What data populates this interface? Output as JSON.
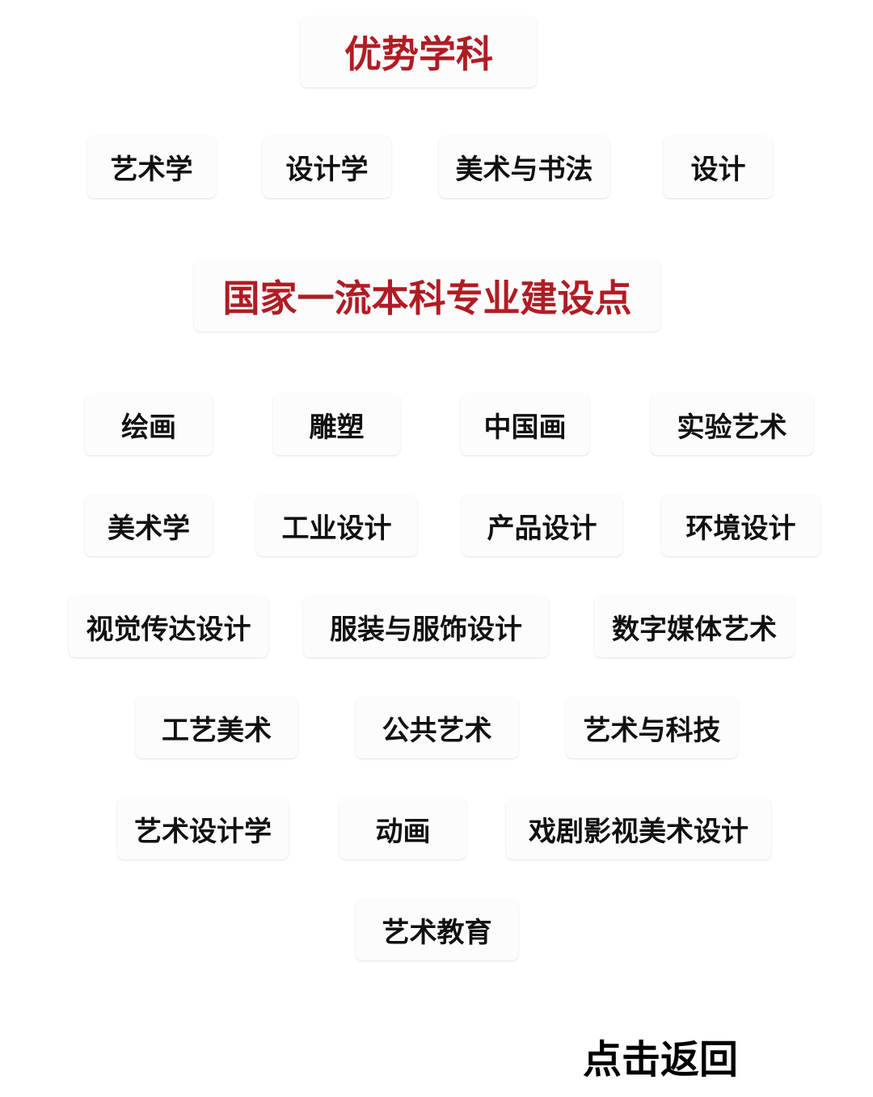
{
  "section1": {
    "title": "优势学科",
    "items": [
      "艺术学",
      "设计学",
      "美术与书法",
      "设计"
    ]
  },
  "section2": {
    "title": "国家一流本科专业建设点",
    "items": [
      "绘画",
      "雕塑",
      "中国画",
      "实验艺术",
      "美术学",
      "工业设计",
      "产品设计",
      "环境设计",
      "视觉传达设计",
      "服装与服饰设计",
      "数字媒体艺术",
      "工艺美术",
      "公共艺术",
      "艺术与科技",
      "艺术设计学",
      "动画",
      "戏剧影视美术设计",
      "艺术教育"
    ]
  },
  "return_label": "点击返回",
  "colors": {
    "title": "#b01c24",
    "text": "#111111"
  }
}
